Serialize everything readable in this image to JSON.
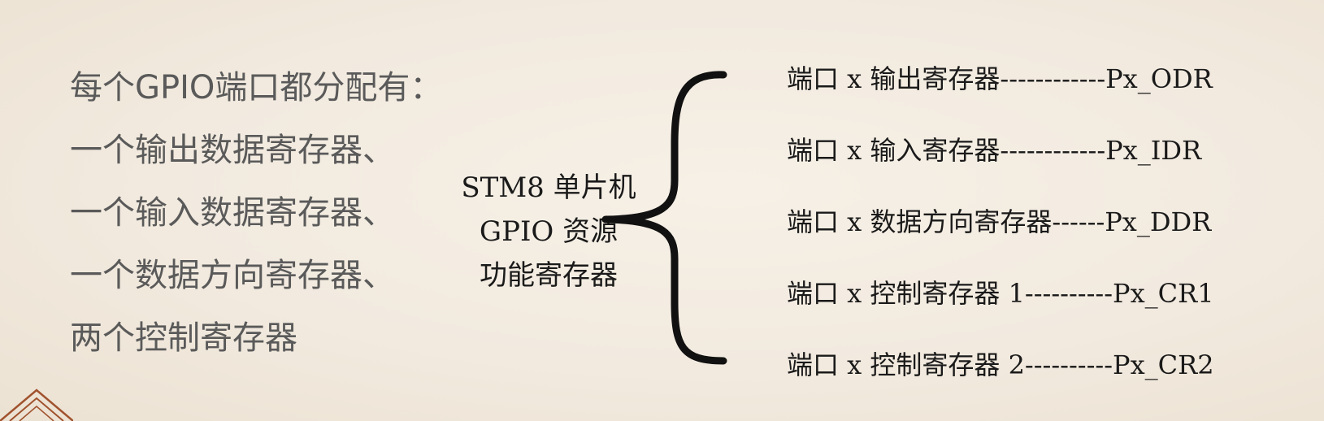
{
  "left_list": {
    "lines": [
      "每个GPIO端口都分配有：",
      "一个输出数据寄存器、",
      "一个输入数据寄存器、",
      "一个数据方向寄存器、",
      "两个控制寄存器"
    ]
  },
  "center_label": {
    "lines": [
      "STM8 单片机",
      "GPIO 资源",
      "功能寄存器"
    ]
  },
  "registers": {
    "items": [
      "端口 x 输出寄存器------------Px_ODR",
      "端口 x 输入寄存器------------Px_IDR",
      "端口 x 数据方向寄存器------Px_DDR",
      "端口 x 控制寄存器 1----------Px_CR1",
      "端口 x 控制寄存器 2----------Px_CR2"
    ]
  },
  "colors": {
    "background": "#f2eadf",
    "left_text": "#5a5a5a",
    "body_text": "#1a1a1a",
    "brace": "#111111",
    "corner_ornament": "#a0522d"
  }
}
